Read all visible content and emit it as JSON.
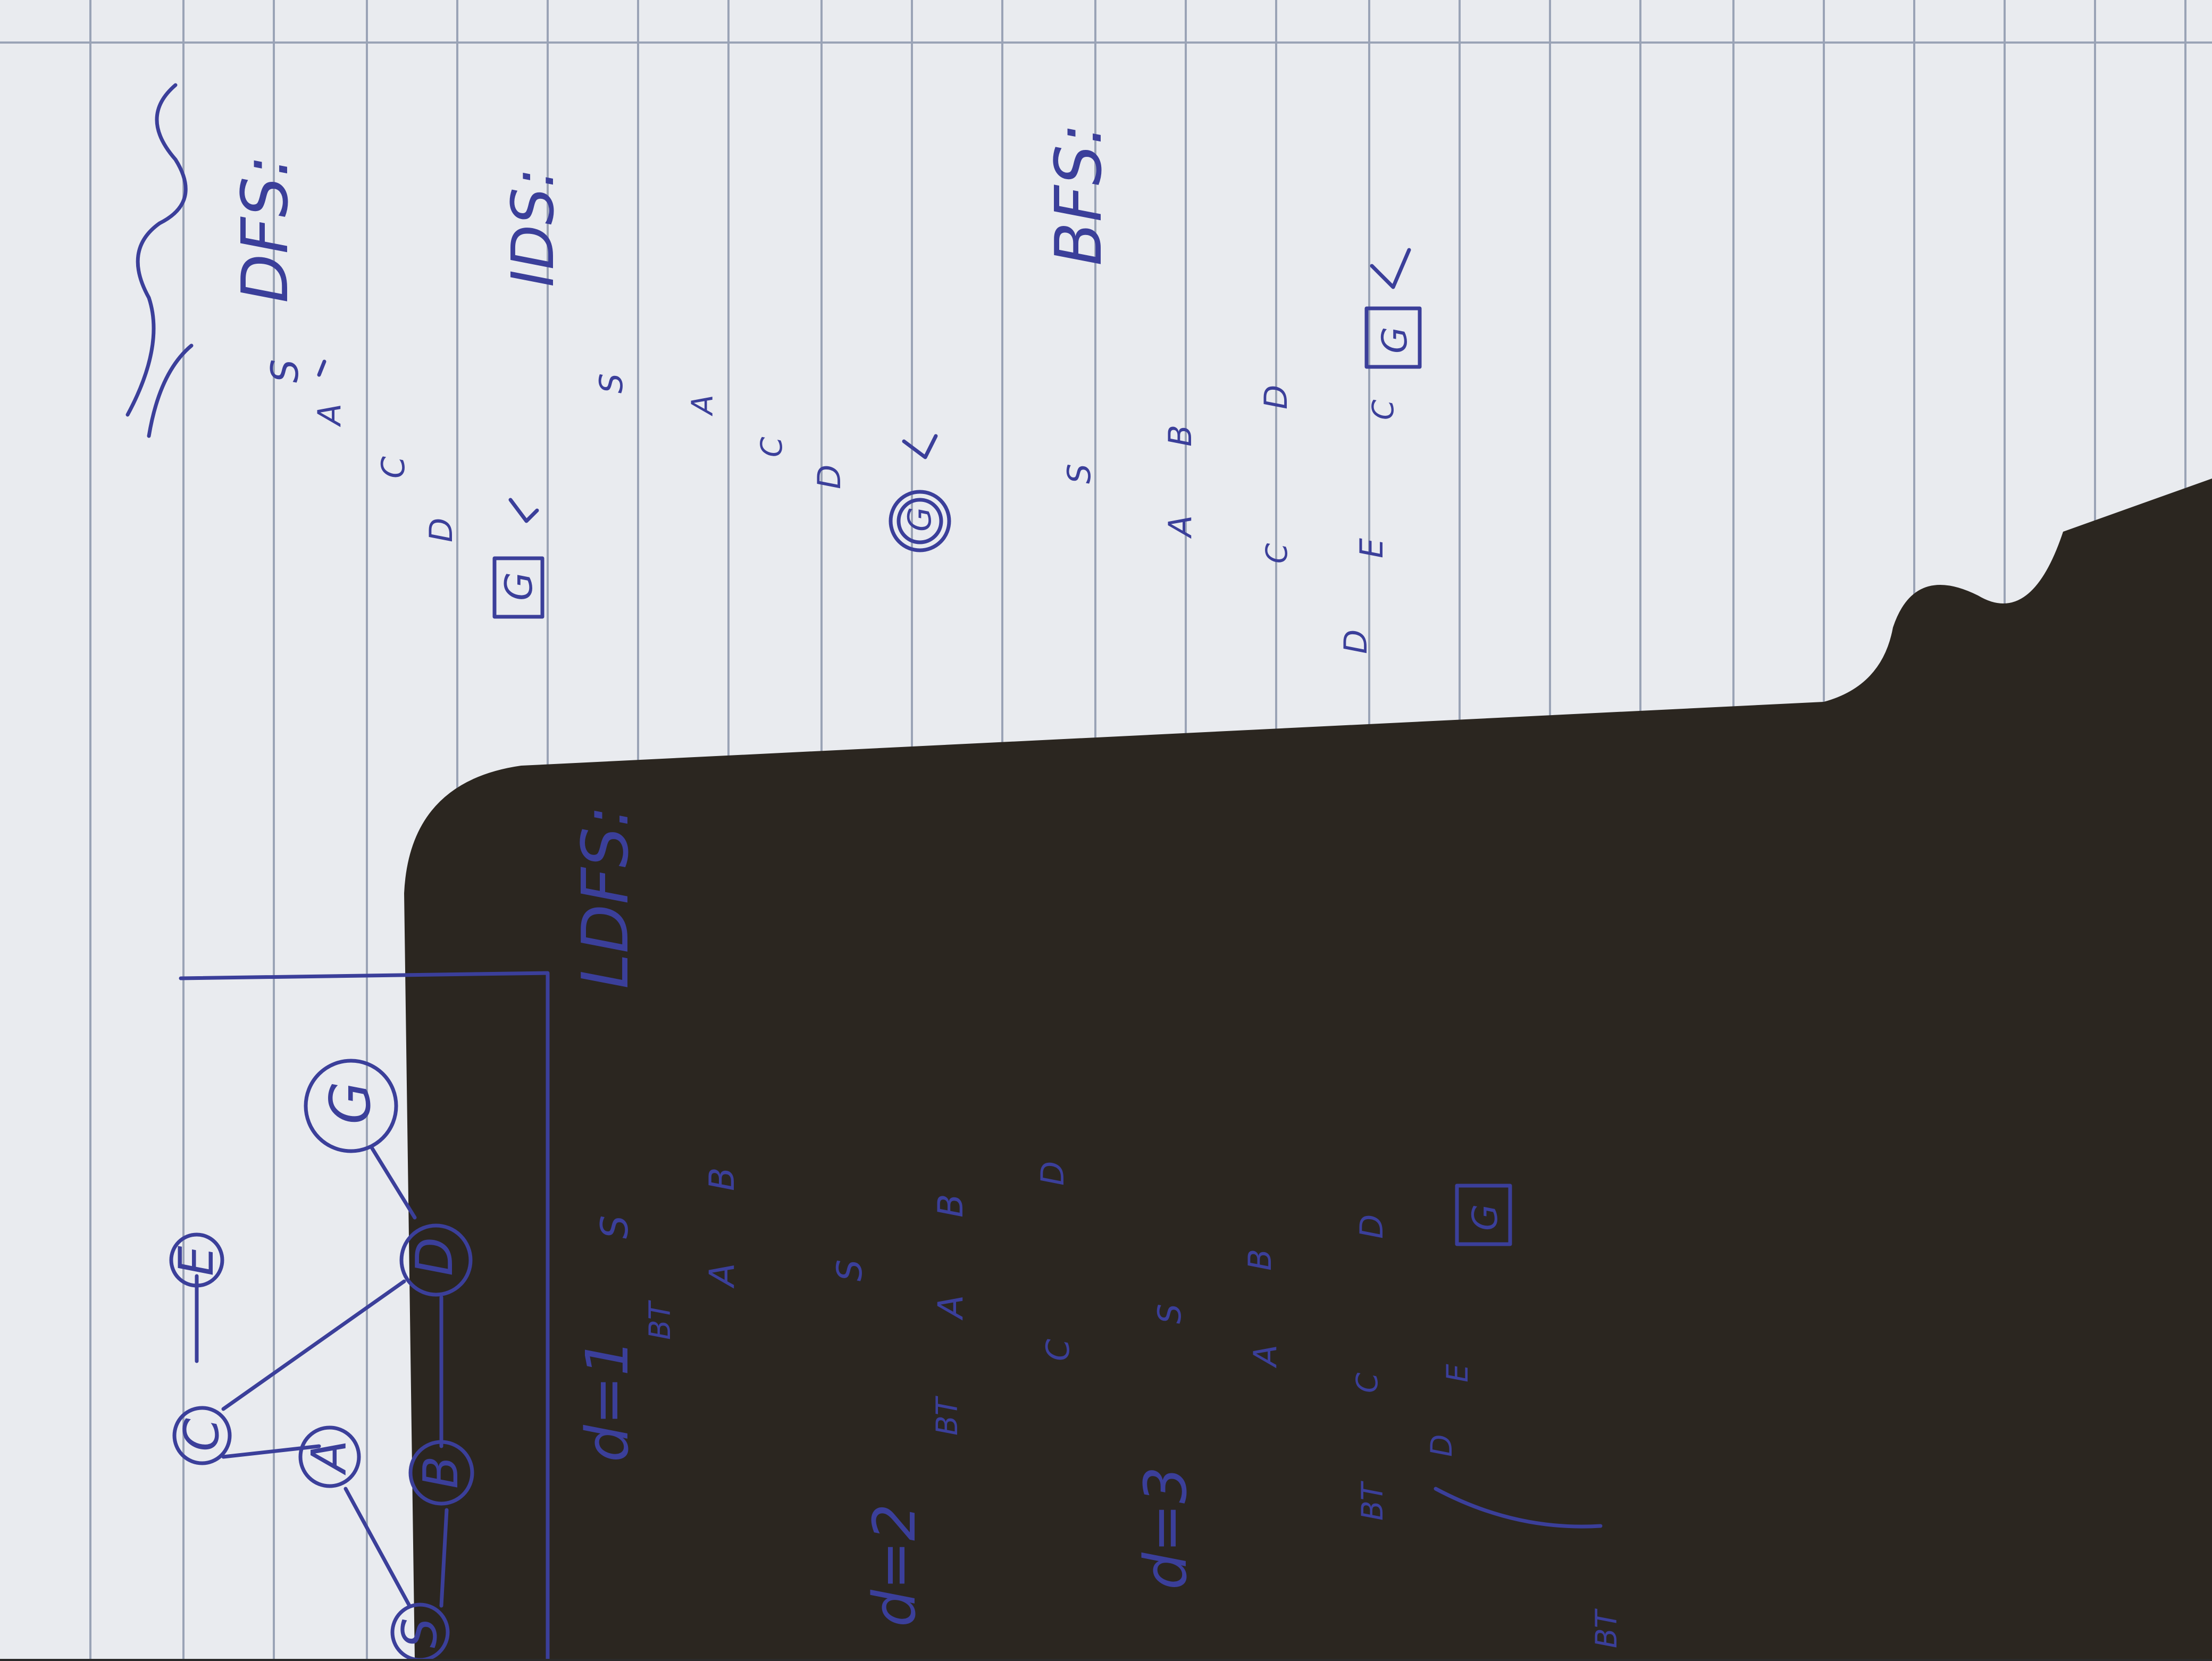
{
  "colors": {
    "paper": "#e9ebef",
    "ink": "#3b3f9a",
    "rule": "#9aa3b6",
    "shadow": "#2b2620"
  },
  "graph": {
    "nodes": [
      "S",
      "A",
      "B",
      "C",
      "D",
      "E",
      "G"
    ]
  },
  "sections": {
    "dfs_label": "DFS:",
    "dfs_nodes": [
      "S",
      "A",
      "C",
      "D",
      "G"
    ],
    "dfs_result": "G",
    "ldfs_label": "LDFS:",
    "ids_label": "IDS:",
    "ids_nodes": [
      "S",
      "A",
      "C",
      "D",
      "G"
    ],
    "bfs_label": "BFS:",
    "bfs_nodes": [
      "S",
      "A",
      "B",
      "C",
      "D",
      "D",
      "E",
      "C",
      "G"
    ],
    "d1_label": "d=1",
    "d1_nodes": [
      "S",
      "A",
      "B"
    ],
    "d2_label": "d=2",
    "d2_nodes": [
      "S",
      "A",
      "B",
      "C",
      "D"
    ],
    "d3_label": "d=3",
    "d3_nodes": [
      "S",
      "A",
      "B",
      "C",
      "D",
      "D",
      "E",
      "G"
    ],
    "bt_label": "BT"
  }
}
